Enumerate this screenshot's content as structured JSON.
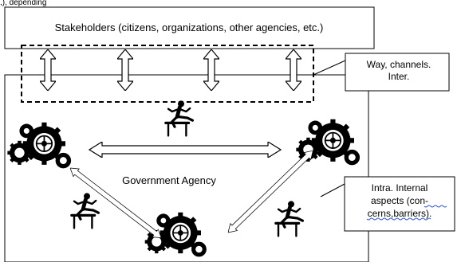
{
  "top_fragment": ",), depending",
  "stakeholders_label": "Stakeholders (citizens, organizations, other agencies, etc.)",
  "channels_callout": {
    "line1": "Way, channels.",
    "line2": "Inter."
  },
  "agency_label": "Government Agency",
  "internal_callout": {
    "line1": "Intra. Internal",
    "line2_plain": "aspects (",
    "line2_underlined": "con-",
    "line3_underlined": "cerns,barriers",
    "line3_plain": ")."
  },
  "icons": {
    "gear": "gear-cluster-icon",
    "hurdler": "hurdle-jumper-icon"
  },
  "colors": {
    "ink": "#000000",
    "paper": "#ffffff",
    "squiggle": "#3355cc"
  }
}
